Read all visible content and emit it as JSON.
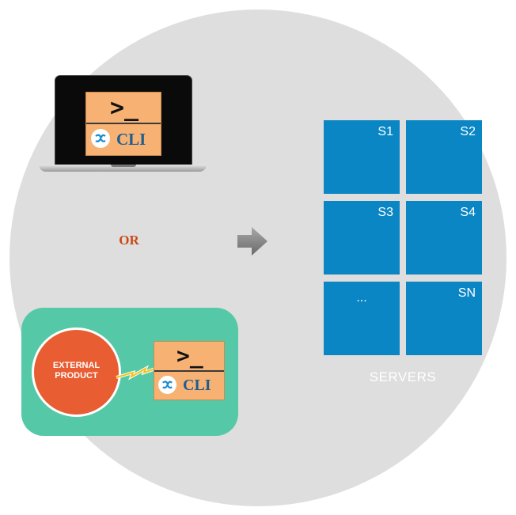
{
  "laptop_cli": {
    "prompt": ">_",
    "label": "CLI"
  },
  "or_label": "OR",
  "external": {
    "label_line1": "EXTERNAL",
    "label_line2": "PRODUCT"
  },
  "external_cli": {
    "prompt": ">_",
    "label": "CLI"
  },
  "servers": [
    {
      "label": "S1"
    },
    {
      "label": "S2"
    },
    {
      "label": "S3"
    },
    {
      "label": "S4"
    },
    {
      "label": "..."
    },
    {
      "label": "SN"
    }
  ],
  "servers_caption": "SERVERS",
  "colors": {
    "background_circle": "#dedede",
    "server_blue": "#0a86c5",
    "cli_orange": "#f7b273",
    "panel_green": "#55c9a7",
    "external_red": "#e95d32",
    "or_text": "#c84a1a"
  },
  "icons": [
    "laptop-icon",
    "arrow-right-icon",
    "lightning-bolt-icon",
    "cli-logo-icon"
  ]
}
